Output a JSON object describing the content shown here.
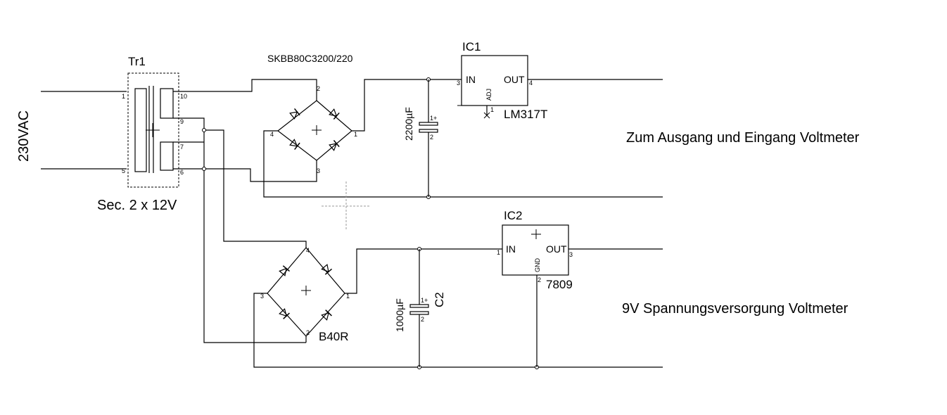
{
  "input_voltage": "230VAC",
  "transformer": {
    "ref": "Tr1",
    "secondary": "Sec. 2 x 12V",
    "pins": {
      "p1": "1",
      "p5": "5",
      "p10": "10",
      "p9": "9",
      "p7": "7",
      "p6": "6"
    }
  },
  "bridge1": {
    "part": "SKBB80C3200/220",
    "pins": {
      "top": "2",
      "left": "4",
      "right": "1",
      "bottom": "3"
    }
  },
  "cap1": {
    "value": "2200µF",
    "pin_plus": "1+",
    "pin_minus": "2"
  },
  "ic1": {
    "ref": "IC1",
    "part": "LM317T",
    "in_label": "IN",
    "out_label": "OUT",
    "adj_label": "ADJ",
    "pin_in": "3",
    "pin_out": "4",
    "pin_adj": "1"
  },
  "output1": "Zum Ausgang und Eingang Voltmeter",
  "bridge2": {
    "part": "B40R",
    "pins": {
      "top": "4",
      "left": "3",
      "right": "1",
      "bottom": "2"
    }
  },
  "cap2": {
    "ref": "C2",
    "value": "1000µF",
    "pin_plus": "1+",
    "pin_minus": "2"
  },
  "ic2": {
    "ref": "IC2",
    "part": "7809",
    "in_label": "IN",
    "out_label": "OUT",
    "gnd_label": "GND",
    "pin_in": "1",
    "pin_out": "3",
    "pin_gnd": "2"
  },
  "output2": "9V Spannungsversorgung Voltmeter"
}
